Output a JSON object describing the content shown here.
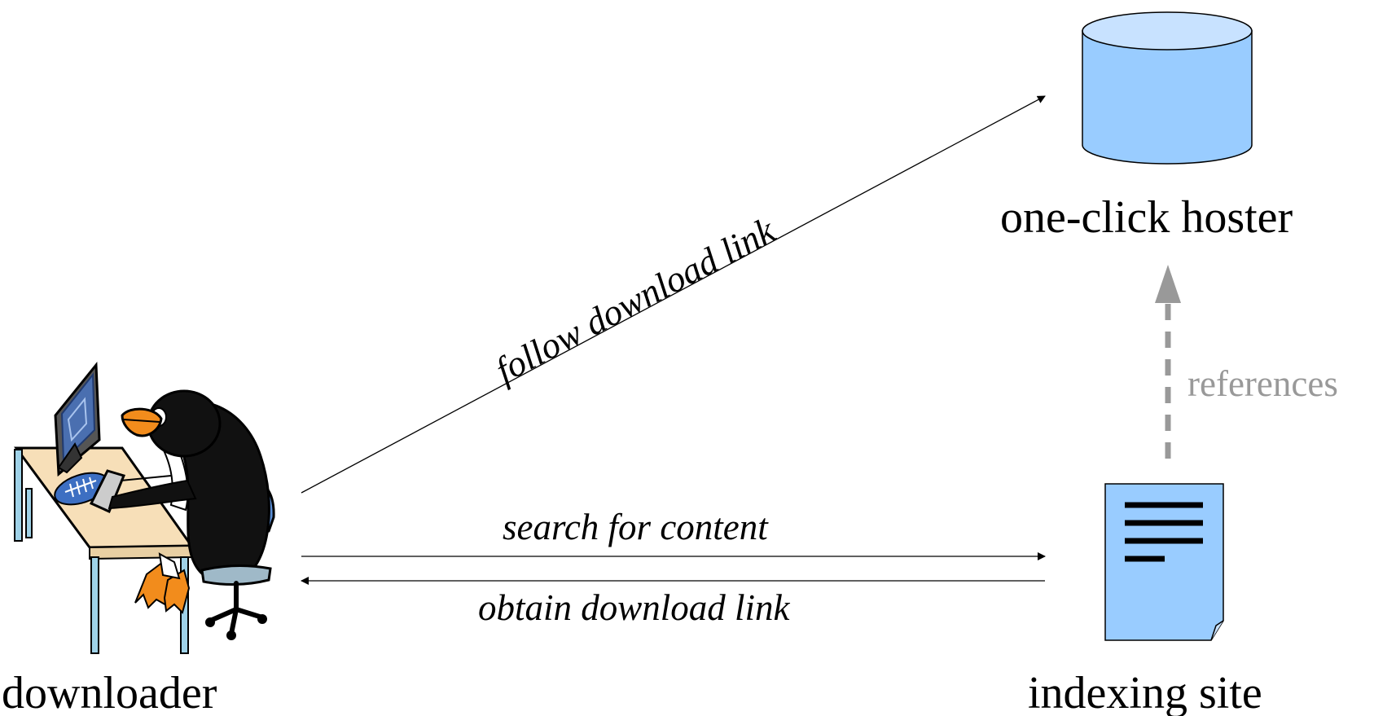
{
  "nodes": {
    "downloader": {
      "label": "downloader",
      "icon": "penguin-at-computer-icon"
    },
    "hoster": {
      "label": "one-click hoster",
      "icon": "database-cylinder-icon"
    },
    "indexer": {
      "label": "indexing site",
      "icon": "document-icon"
    }
  },
  "edges": {
    "follow": {
      "label": "follow download link"
    },
    "search": {
      "label": "search for content"
    },
    "obtain": {
      "label": "obtain download link"
    },
    "references": {
      "label": "references"
    }
  },
  "colors": {
    "node_fill": "#99ccff",
    "node_top": "#c8e2ff",
    "stroke": "#000000",
    "reference_arrow": "#999999",
    "penguin_body": "#111111",
    "penguin_beak": "#f28c1c",
    "desk_top": "#f7dfb8",
    "desk_legs": "#9fd2e8",
    "chair": "#5a8ed6"
  }
}
